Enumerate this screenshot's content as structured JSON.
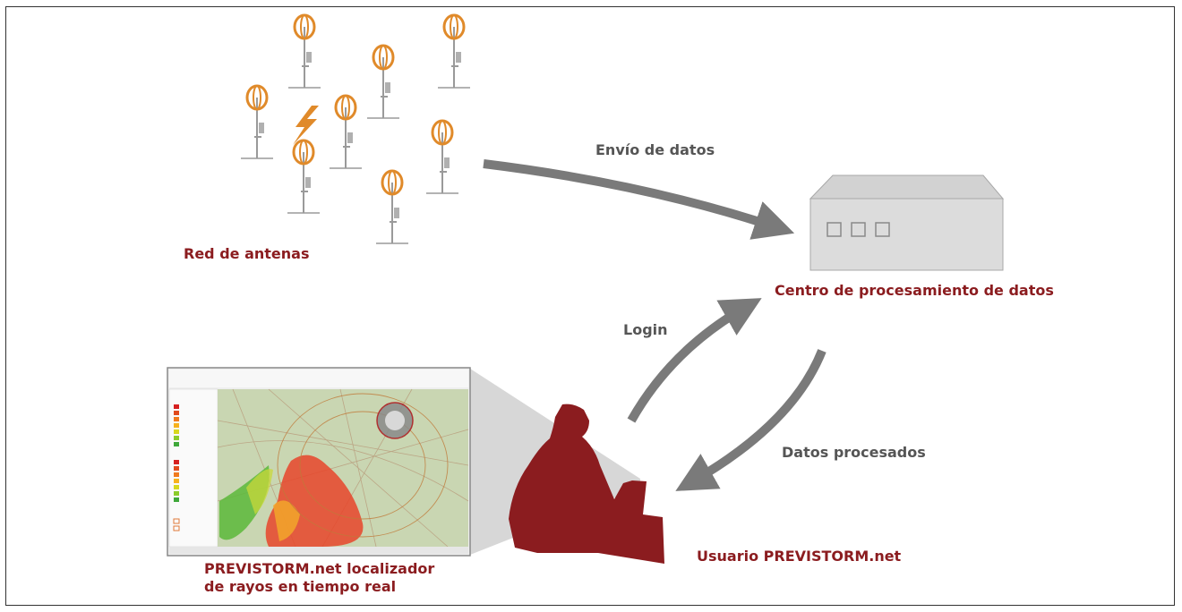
{
  "labels": {
    "network": "Red de antenas",
    "send": "Envío de datos",
    "center": "Centro de procesamiento de datos",
    "login": "Login",
    "processed": "Datos procesados",
    "user": "Usuario PREVISTORM.net",
    "locator_line1": "PREVISTORM.net localizador",
    "locator_line2": "de rayos en tiempo real"
  },
  "colors": {
    "accent_red": "#8b1c1f",
    "antenna_orange": "#e08a2a",
    "arrow_gray": "#7a7a7a",
    "server_gray": "#dcdcdc"
  },
  "icons": {
    "lightning": "lightning-icon",
    "antenna": "antenna-icon",
    "server": "server-icon",
    "user": "user-silhouette-icon"
  }
}
